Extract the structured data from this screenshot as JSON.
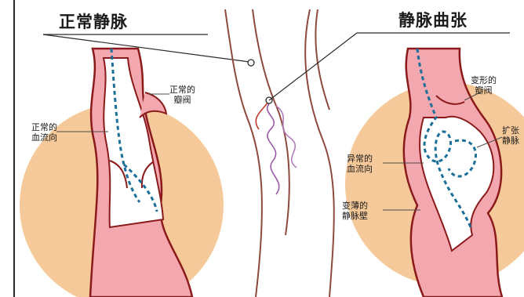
{
  "titles": {
    "left": "正常静脉",
    "right": "静脉曲张"
  },
  "labels": {
    "normal_valve": [
      "正常的",
      "瓣阀"
    ],
    "normal_flow": [
      "正常的",
      "血流向"
    ],
    "deformed_valve": [
      "变形的",
      "瓣阀"
    ],
    "abnormal_flow": [
      "异常的",
      "血流向"
    ],
    "dilated_vein": [
      "扩张",
      "静脉"
    ],
    "thin_wall": [
      "变薄的",
      "静脉壁"
    ]
  },
  "colors": {
    "bg_circle": "#f6c99a",
    "vessel_outline": "#8b1a1a",
    "vessel_fill": "#f3a7ae",
    "vessel_lumen": "#ffffff",
    "flow_line": "#1b6f98",
    "skin_line": "#8e4a3c",
    "title_text": "#1a1a1a"
  }
}
